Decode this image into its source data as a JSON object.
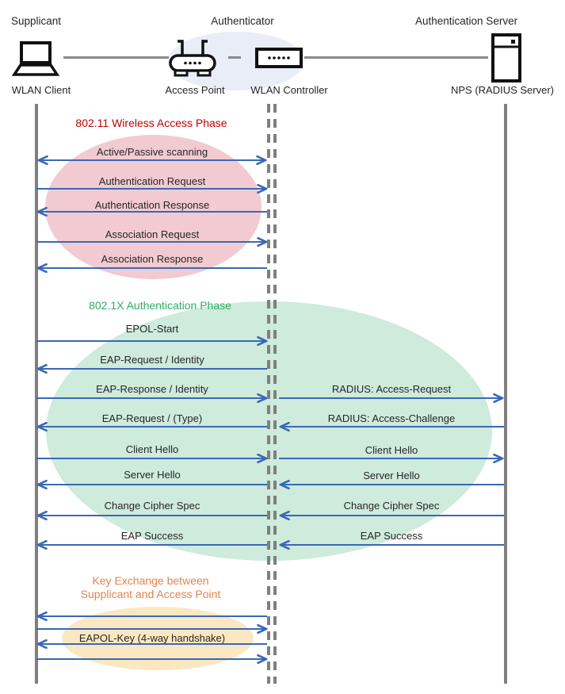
{
  "actors": {
    "roles": [
      {
        "label": "Supplicant"
      },
      {
        "label": "Authenticator"
      },
      {
        "label": "Authentication Server"
      }
    ],
    "devices": [
      {
        "label": "WLAN Client",
        "icon": "laptop-icon"
      },
      {
        "label": "Access Point",
        "icon": "wireless-router-icon"
      },
      {
        "label": "WLAN Controller",
        "icon": "controller-box-icon"
      },
      {
        "label": "NPS (RADIUS Server)",
        "icon": "server-icon"
      }
    ]
  },
  "phases": [
    {
      "title": "802.11 Wireless Access Phase",
      "color": "#C00000",
      "ellipse_color": "#F1CBD1"
    },
    {
      "title": "802.1X Authentication Phase",
      "color": "#2EAE68",
      "ellipse_color": "#CEEBDC"
    },
    {
      "title_line1": "Key Exchange between",
      "title_line2": "Supplicant and Access Point",
      "color": "#E2834E",
      "ellipse_color": "#FBE8C2"
    }
  ],
  "messages": {
    "client_to_ap": [
      {
        "label": "Active/Passive scanning",
        "direction": "both"
      },
      {
        "label": "Authentication Request",
        "direction": "right"
      },
      {
        "label": "Authentication Response",
        "direction": "left"
      },
      {
        "label": "Association Request",
        "direction": "right"
      },
      {
        "label": "Association Response",
        "direction": "left"
      },
      {
        "label": "EPOL-Start",
        "direction": "right"
      },
      {
        "label": "EAP-Request / Identity",
        "direction": "left"
      },
      {
        "label": "EAP-Response / Identity",
        "direction": "right"
      },
      {
        "label": "EAP-Request / (Type)",
        "direction": "left"
      },
      {
        "label": "Client Hello",
        "direction": "right"
      },
      {
        "label": "Server Hello",
        "direction": "left"
      },
      {
        "label": "Change Cipher Spec",
        "direction": "left"
      },
      {
        "label": "EAP Success",
        "direction": "left"
      },
      {
        "label": "",
        "direction": "left"
      },
      {
        "label": "",
        "direction": "right"
      },
      {
        "label": "EAPOL-Key (4-way handshake)",
        "direction": "left"
      },
      {
        "label": "",
        "direction": "right"
      }
    ],
    "controller_to_server": [
      {
        "label": "RADIUS: Access-Request",
        "direction": "right"
      },
      {
        "label": "RADIUS: Access-Challenge",
        "direction": "left"
      },
      {
        "label": "Client Hello",
        "direction": "right"
      },
      {
        "label": "Server Hello",
        "direction": "left"
      },
      {
        "label": "Change Cipher Spec",
        "direction": "left"
      },
      {
        "label": "EAP Success",
        "direction": "left"
      }
    ]
  },
  "colors": {
    "arrow": "#3A68B5",
    "lifeline": "#7F7F7F",
    "authenticator_ellipse": "#E9EDF7",
    "text": "#262626"
  }
}
